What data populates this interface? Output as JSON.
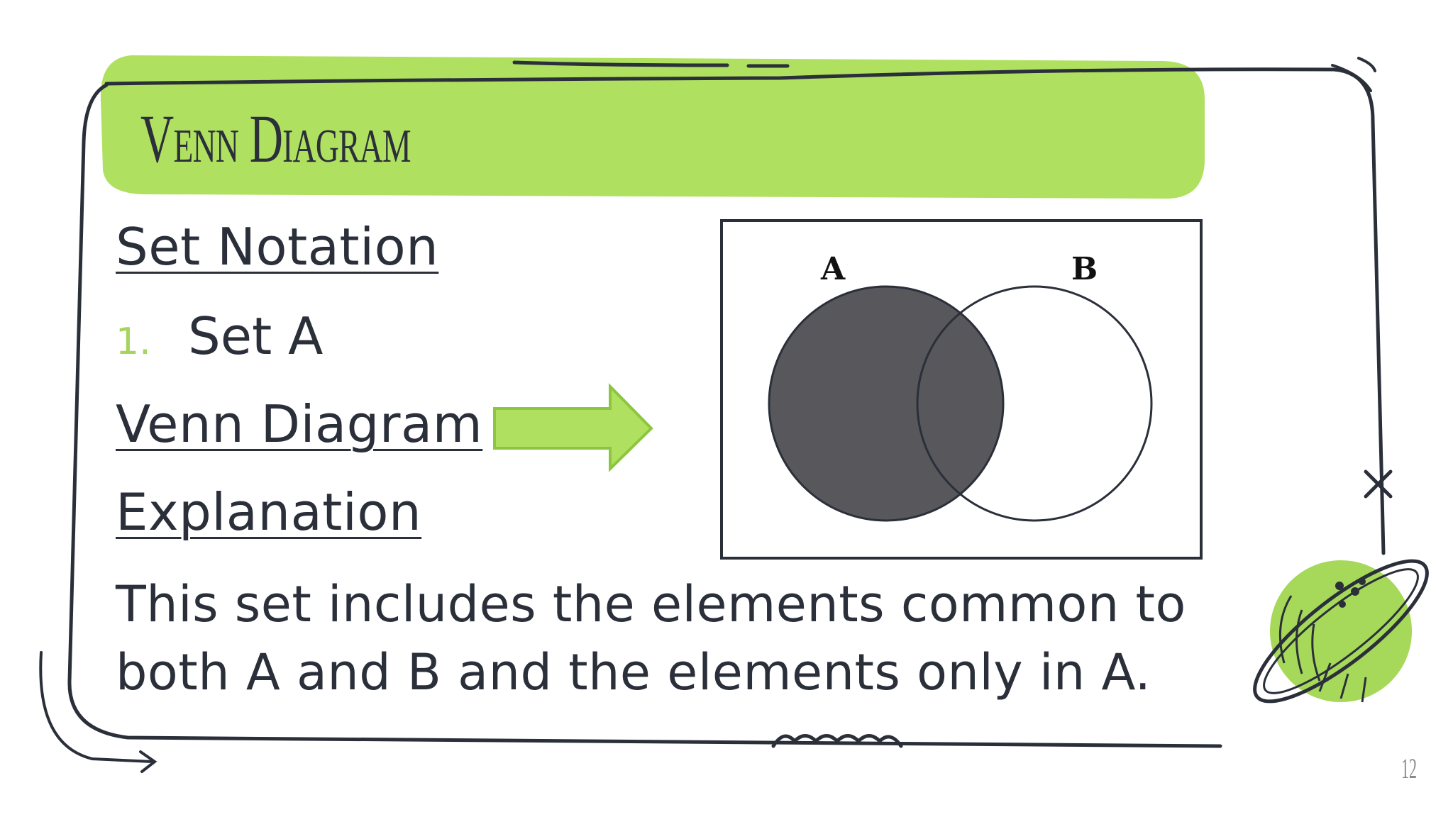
{
  "slide": {
    "title": "Venn Diagram",
    "set_notation_link": "Set Notation",
    "list_number": "1.",
    "list_item": "Set A",
    "venn_link": "Venn Diagram",
    "explanation_link": "Explanation",
    "body": "This set includes the elements common to both A and B and the elements only in A.",
    "page_number": "12"
  },
  "venn": {
    "label_a": "A",
    "label_b": "B",
    "shaded_region": "A"
  },
  "colors": {
    "accent_green": "#b0e060",
    "ink": "#2a2f3a",
    "venn_fill": "#58575c"
  }
}
